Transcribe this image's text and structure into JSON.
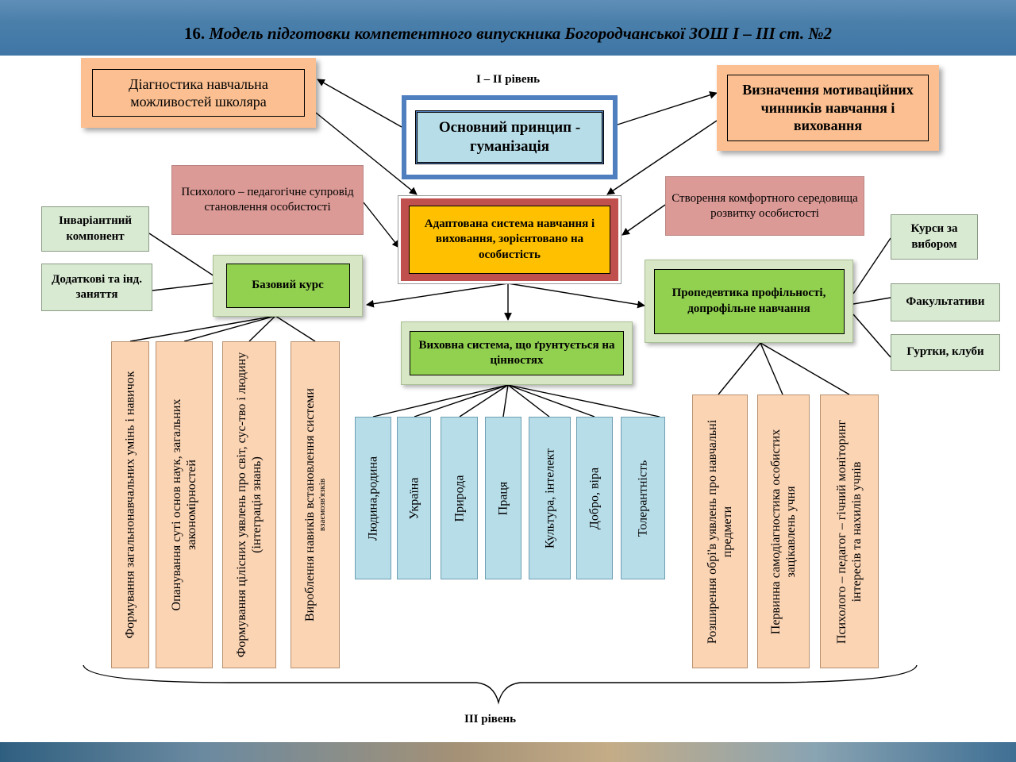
{
  "title": {
    "number": "16.",
    "text": "Модель підготовки компетентного випускника Богородчанської ЗОШ   І – ІІІ ст. №2"
  },
  "levels": {
    "top": "І – ІІ рівень",
    "bottom": "ІІІ рівень"
  },
  "boxes": {
    "diagnostics": "Діагностика навчальна можливостей школяра",
    "principle": "Основний принцип - гуманізація",
    "motivation": "Визначення мотиваційних чинників навчання і виховання",
    "psych_support": "Психолого – педагогічне супровід становлення особистості",
    "adapted_system": "Адаптована система навчання і виховання, зорієнтовано на особистість",
    "comfort_env": "Створення комфортного середовища розвитку особистості",
    "invariant": "Інваріантний компонент",
    "additional": "Додаткові та інд. заняття",
    "basic_course": "Базовий курс",
    "propaedeutics": "Пропедевтика профільності, допрофільне навчання",
    "courses_choice": "Курси за вибором",
    "electives": "Факультативи",
    "clubs": "Гуртки, клуби",
    "educational_system": "Виховна система, що ґрунтується на цінностях"
  },
  "basic_course_items": [
    "Формування загальнонавчальних умінь і навичок",
    "Опанування суті основ наук, загальних закономірностей",
    "Формування цілісних уявлень про світ, сус-тво і людину (інтеграція знань)",
    "Вироблення навиків встановлення системи"
  ],
  "basic_course_item_4_small": "взаємозв'язків",
  "values": [
    "Людина,родина",
    "Україна",
    "Природа",
    "Праця",
    "Культура, інтелект",
    "Добро, віра",
    "Толерантність"
  ],
  "profile_items": [
    "Розширення обрі'в уявлень про навчальні предмети",
    "Первинна самодіагностика особистих зацікавлень учня",
    "Психолого – педагог – гічний моніторинг інтересів та нахилів учнів"
  ],
  "colors": {
    "header": "#4a7faa",
    "orange": "#fbbf91",
    "rose": "#dc9a96",
    "sage": "#d9ead3",
    "green": "#92d050",
    "peach": "#fbd4b4",
    "light_blue": "#b7dde8",
    "principle_frame": "#4f7fbf",
    "principle_fill": "#b7dde8",
    "adapted_frame": "#c0504d",
    "adapted_fill": "#ffc000"
  }
}
